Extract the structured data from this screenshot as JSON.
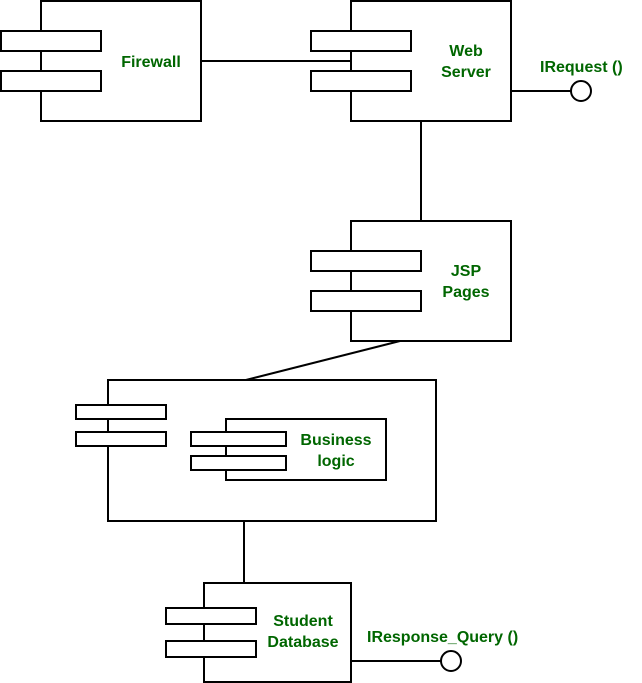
{
  "diagram": {
    "type": "UML component diagram",
    "colors": {
      "stroke": "#000000",
      "label": "#006600",
      "background": "#ffffff"
    },
    "components": {
      "firewall": {
        "label_lines": [
          "Firewall"
        ]
      },
      "web_server": {
        "label_lines": [
          "Web",
          "Server"
        ]
      },
      "jsp_pages": {
        "label_lines": [
          "JSP",
          "Pages"
        ]
      },
      "container": {
        "label_lines": []
      },
      "business_logic": {
        "label_lines": [
          "Business",
          "logic"
        ]
      },
      "student_database": {
        "label_lines": [
          "Student",
          "Database"
        ]
      }
    },
    "interfaces": {
      "irequest": {
        "label": "IRequest ()",
        "provided_by": "Web Server"
      },
      "iresponse_query": {
        "label": "IResponse_Query ()",
        "provided_by": "Student Database"
      }
    },
    "connections": [
      {
        "from": "Firewall",
        "to": "Web Server"
      },
      {
        "from": "Web Server",
        "to": "JSP Pages"
      },
      {
        "from": "JSP Pages",
        "to": "Business logic container"
      },
      {
        "from": "Business logic container",
        "to": "Student Database"
      }
    ]
  }
}
